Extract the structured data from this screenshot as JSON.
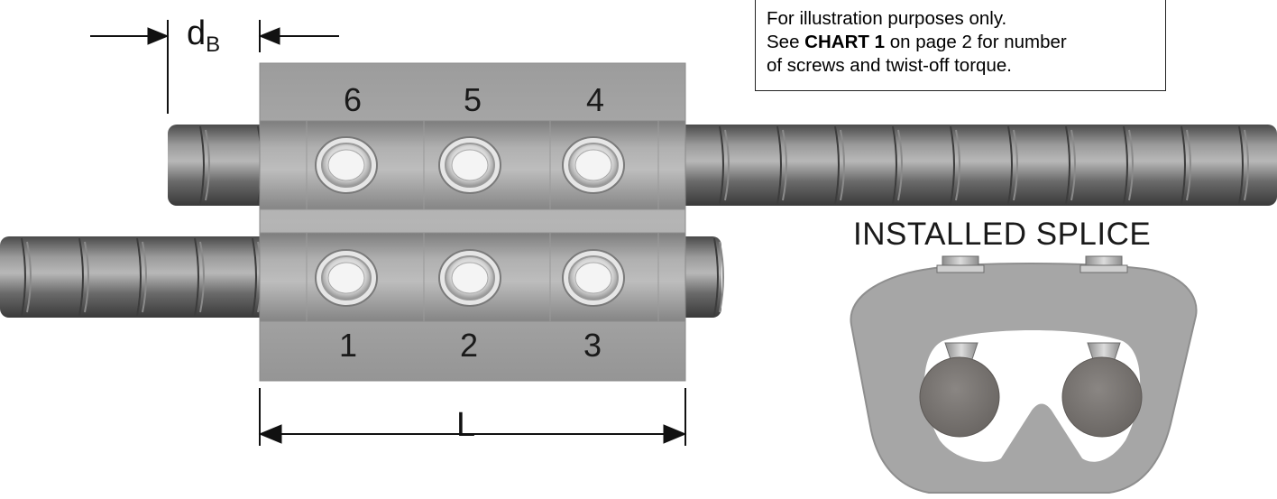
{
  "dimension_labels": {
    "bar_diameter_main": "d",
    "bar_diameter_sub": "B",
    "length": "L"
  },
  "note": {
    "line1": "For illustration purposes only.",
    "line2_prefix": "See ",
    "line2_bold": "CHART 1",
    "line2_suffix": " on page 2 for number",
    "line3": "of screws and twist-off torque."
  },
  "screw_numbers": {
    "top_row": [
      "6",
      "5",
      "4"
    ],
    "bottom_row": [
      "1",
      "2",
      "3"
    ]
  },
  "splice_section": {
    "title": "INSTALLED SPLICE"
  },
  "colors": {
    "rebar": "#6e6e6e",
    "coupler": "#a9a9a9",
    "splice_body": "#a7a7a7",
    "bar_section": "#7e7a77"
  }
}
